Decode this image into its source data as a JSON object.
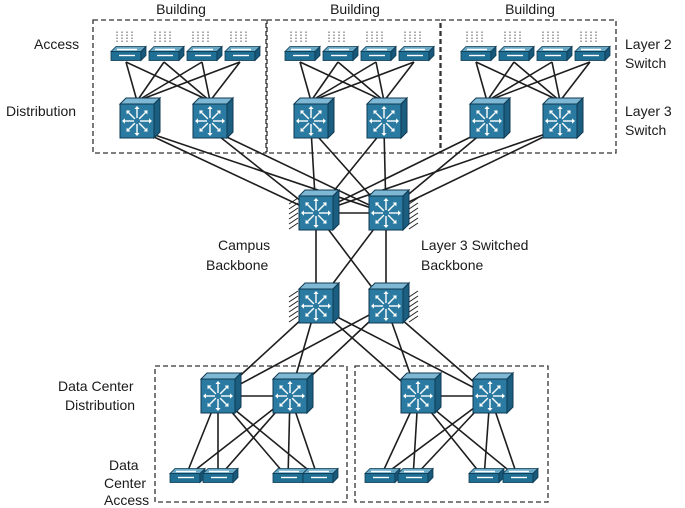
{
  "labels": {
    "building": "Building",
    "access": "Access",
    "distribution": "Distribution",
    "layer2_line1": "Layer 2",
    "layer2_line2": "Switch",
    "layer3_line1": "Layer 3",
    "layer3_line2": "Switch",
    "campus_line1": "Campus",
    "campus_line2": "Backbone",
    "backbone_line1": "Layer 3 Switched",
    "backbone_line2": "Backbone",
    "dc_dist_line1": "Data Center",
    "dc_dist_line2": "Distribution",
    "dc_access_line1": "Data",
    "dc_access_line2": "Center",
    "dc_access_line3": "Access"
  },
  "buildings": [
    {
      "label": "Building",
      "access_switches": 4,
      "distribution_switches": 2
    },
    {
      "label": "Building",
      "access_switches": 4,
      "distribution_switches": 2
    },
    {
      "label": "Building",
      "access_switches": 4,
      "distribution_switches": 2
    }
  ],
  "campus_backbone": {
    "switches": 2
  },
  "dc_backbone": {
    "switches": 2
  },
  "data_center_blocks": [
    {
      "distribution_switches": 2,
      "access_switches": 4
    },
    {
      "distribution_switches": 2,
      "access_switches": 4
    }
  ],
  "colors": {
    "switch": "#1f6e93",
    "switch_light": "#6aa9c6",
    "line": "#1e1e1e"
  }
}
